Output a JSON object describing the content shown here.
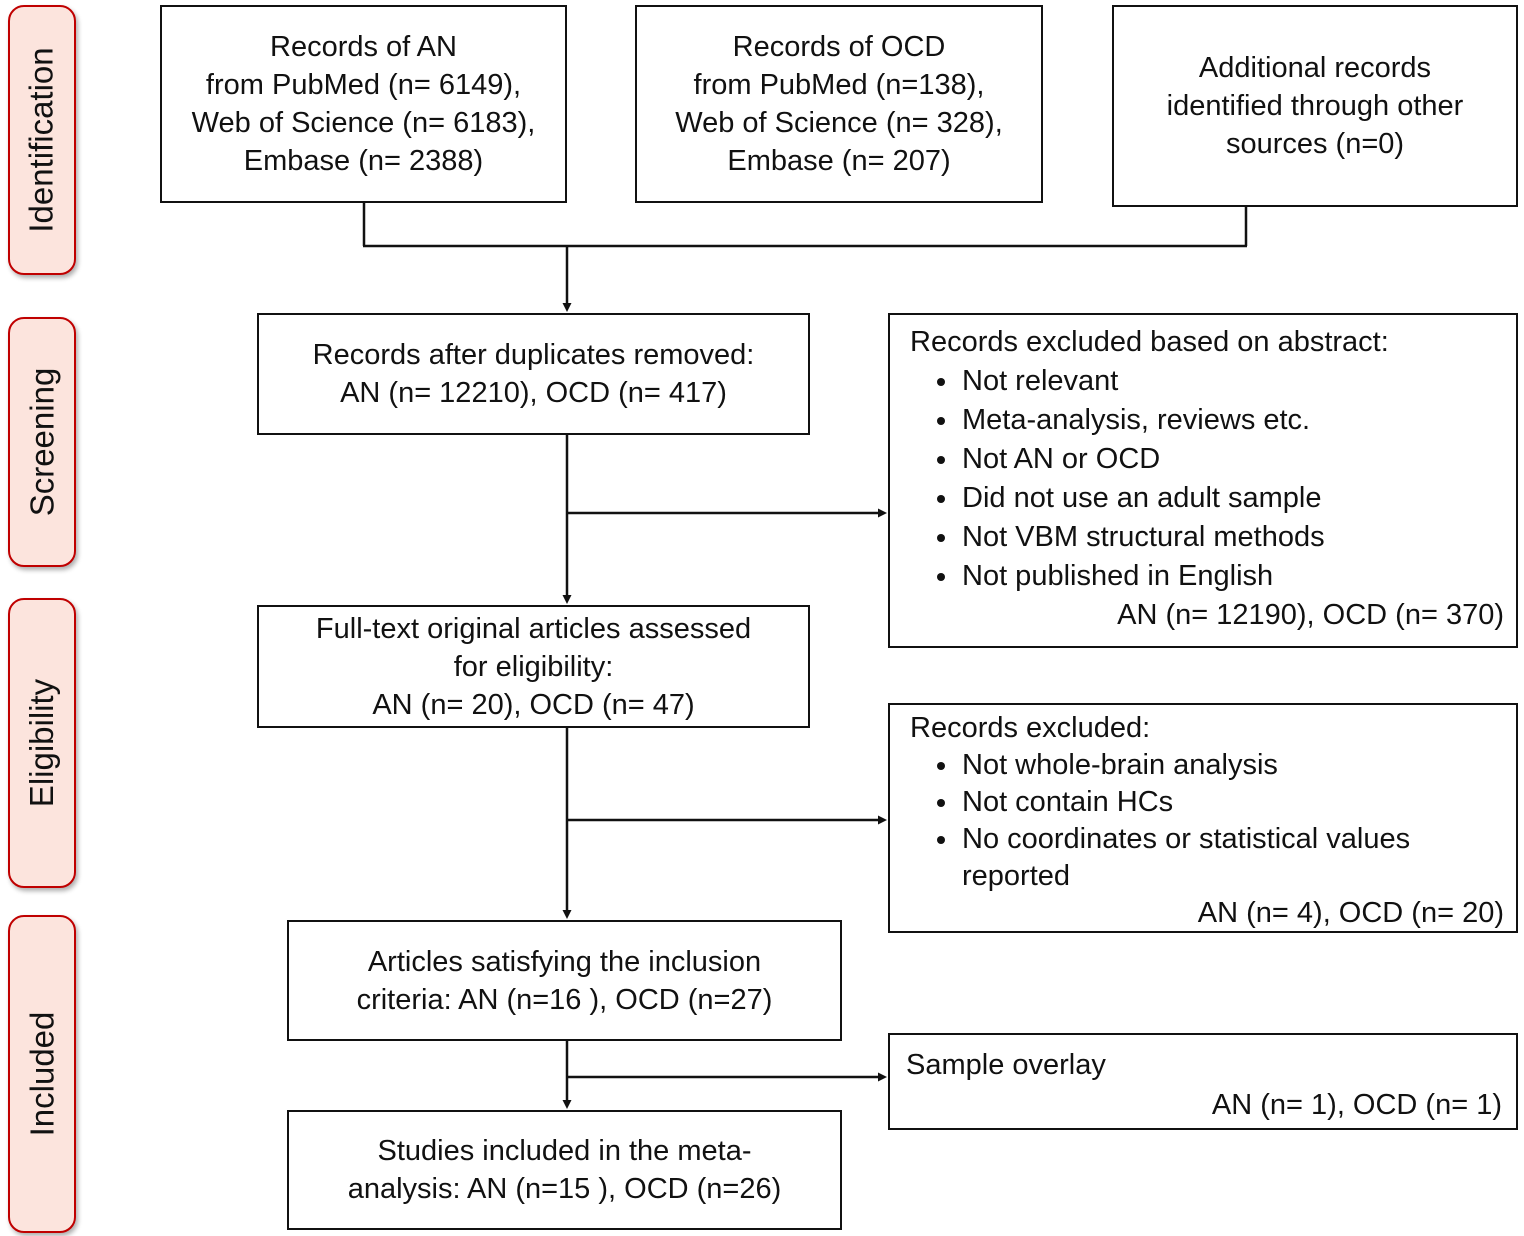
{
  "colors": {
    "stage_fill": "#fce4dd",
    "stage_border": "#c00000",
    "line_color": "#111111"
  },
  "sidebar": {
    "stages": {
      "identification": "Identification",
      "screening": "Screening",
      "eligibility": "Eligibility",
      "included": "Included"
    }
  },
  "boxes": {
    "records_an": {
      "lines": [
        "Records of AN",
        "from PubMed (n= 6149),",
        "Web of Science (n= 6183),",
        "Embase (n= 2388)"
      ]
    },
    "records_ocd": {
      "lines": [
        "Records of OCD",
        "from PubMed (n=138),",
        "Web of Science (n= 328),",
        "Embase (n= 207)"
      ]
    },
    "additional_records": {
      "lines": [
        "Additional records",
        "identified through other",
        "sources (n=0)"
      ]
    },
    "duplicates_removed": {
      "lines": [
        "Records after duplicates removed:",
        "AN (n= 12210), OCD (n= 417)"
      ]
    },
    "excluded_abstract": {
      "title": "Records excluded based on abstract:",
      "bullets": [
        "Not relevant",
        "Meta-analysis, reviews etc.",
        "Not AN or OCD",
        "Did not use an adult sample",
        "Not VBM structural methods",
        "Not published in English"
      ],
      "counts": "AN (n= 12190), OCD (n= 370)"
    },
    "full_text": {
      "lines": [
        "Full-text original articles assessed",
        "for eligibility:",
        "AN (n= 20), OCD (n= 47)"
      ]
    },
    "excluded_fulltext": {
      "title": "Records excluded:",
      "bullets": [
        "Not whole-brain analysis",
        "Not contain HCs",
        "No coordinates or statistical values reported"
      ],
      "counts": "AN (n= 4), OCD (n= 20)"
    },
    "inclusion_criteria": {
      "lines": [
        "Articles satisfying the inclusion",
        "criteria: AN (n=16 ), OCD (n=27)"
      ]
    },
    "sample_overlay": {
      "title": "Sample overlay",
      "counts": "AN (n= 1), OCD (n= 1)"
    },
    "included_meta": {
      "lines": [
        "Studies included in the meta-",
        "analysis: AN (n=15 ), OCD (n=26)"
      ]
    }
  }
}
